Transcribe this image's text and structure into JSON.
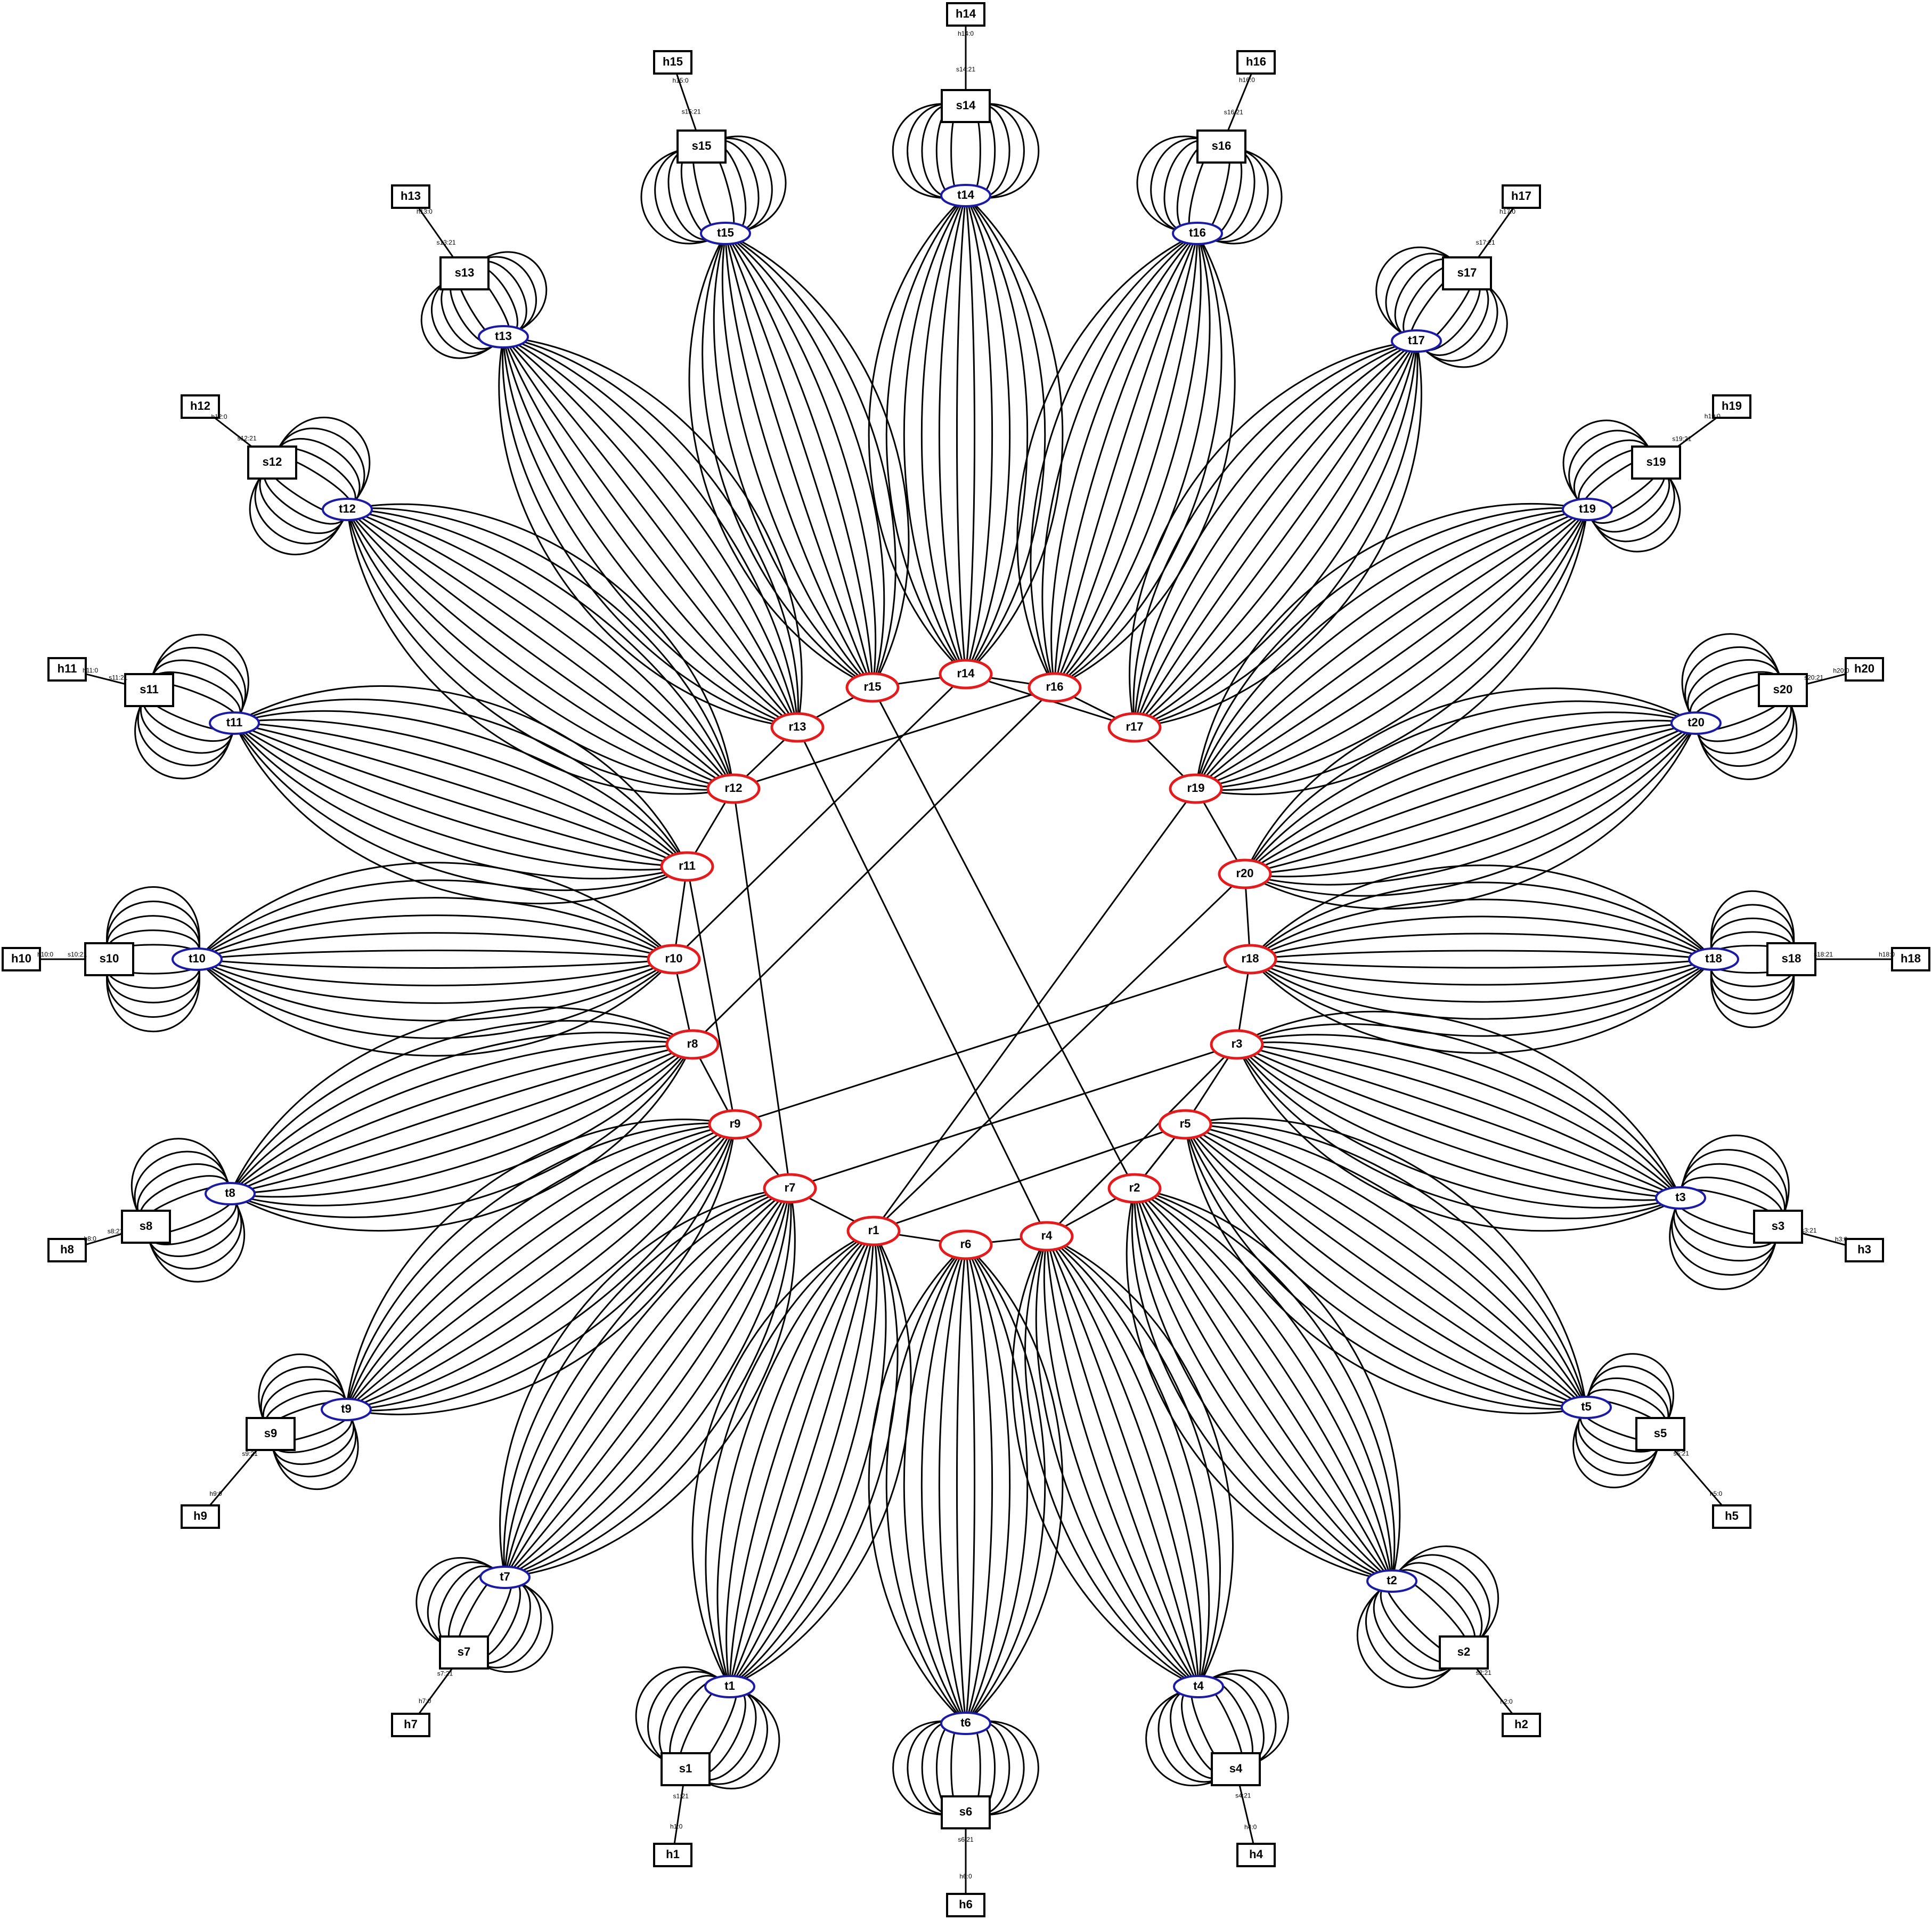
{
  "colors": {
    "background": "#ffffff",
    "edge": "#000000",
    "host_border": "#000000",
    "switch_border": "#000000",
    "leaf_border": "#1a1aa6",
    "router_border": "#e41a1c",
    "text": "#000000"
  },
  "shapes": {
    "host": "rectangle",
    "switch": "rectangle",
    "leaf": "ellipse",
    "router": "ellipse"
  },
  "counts": {
    "groups": 20,
    "links_per_leaf_router_bundle": 12,
    "loops_per_switch_leaf_pair": 10
  },
  "groups": [
    {
      "host": "h1",
      "switch": "s1",
      "leaf": "t1",
      "router": "r1",
      "host_port": "h1:0",
      "switch_port": "s1:21"
    },
    {
      "host": "h2",
      "switch": "s2",
      "leaf": "t2",
      "router": "r2",
      "host_port": "h2:0",
      "switch_port": "s2:21"
    },
    {
      "host": "h3",
      "switch": "s3",
      "leaf": "t3",
      "router": "r3",
      "host_port": "h3:0",
      "switch_port": "s3:21"
    },
    {
      "host": "h4",
      "switch": "s4",
      "leaf": "t4",
      "router": "r4",
      "host_port": "h4:0",
      "switch_port": "s4:21"
    },
    {
      "host": "h5",
      "switch": "s5",
      "leaf": "t5",
      "router": "r5",
      "host_port": "h5:0",
      "switch_port": "s5:21"
    },
    {
      "host": "h6",
      "switch": "s6",
      "leaf": "t6",
      "router": "r6",
      "host_port": "h6:0",
      "switch_port": "s6:21"
    },
    {
      "host": "h7",
      "switch": "s7",
      "leaf": "t7",
      "router": "r7",
      "host_port": "h7:0",
      "switch_port": "s7:21"
    },
    {
      "host": "h8",
      "switch": "s8",
      "leaf": "t8",
      "router": "r8",
      "host_port": "h8:0",
      "switch_port": "s8:21"
    },
    {
      "host": "h9",
      "switch": "s9",
      "leaf": "t9",
      "router": "r9",
      "host_port": "h9:0",
      "switch_port": "s9:21"
    },
    {
      "host": "h10",
      "switch": "s10",
      "leaf": "t10",
      "router": "r10",
      "host_port": "h10:0",
      "switch_port": "s10:21"
    },
    {
      "host": "h11",
      "switch": "s11",
      "leaf": "t11",
      "router": "r11",
      "host_port": "h11:0",
      "switch_port": "s11:21"
    },
    {
      "host": "h12",
      "switch": "s12",
      "leaf": "t12",
      "router": "r12",
      "host_port": "h12:0",
      "switch_port": "s12:21"
    },
    {
      "host": "h13",
      "switch": "s13",
      "leaf": "t13",
      "router": "r13",
      "host_port": "h13:0",
      "switch_port": "s13:21"
    },
    {
      "host": "h14",
      "switch": "s14",
      "leaf": "t14",
      "router": "r14",
      "host_port": "h14:0",
      "switch_port": "s14:21"
    },
    {
      "host": "h15",
      "switch": "s15",
      "leaf": "t15",
      "router": "r15",
      "host_port": "h15:0",
      "switch_port": "s15:21"
    },
    {
      "host": "h16",
      "switch": "s16",
      "leaf": "t16",
      "router": "r16",
      "host_port": "h16:0",
      "switch_port": "s16:21"
    },
    {
      "host": "h17",
      "switch": "s17",
      "leaf": "t17",
      "router": "r17",
      "host_port": "h17:0",
      "switch_port": "s17:21"
    },
    {
      "host": "h18",
      "switch": "s18",
      "leaf": "t18",
      "router": "r18",
      "host_port": "h18:0",
      "switch_port": "s18:21"
    },
    {
      "host": "h19",
      "switch": "s19",
      "leaf": "t19",
      "router": "r19",
      "host_port": "h19:0",
      "switch_port": "s19:21"
    },
    {
      "host": "h20",
      "switch": "s20",
      "leaf": "t20",
      "router": "r20",
      "host_port": "h20:0",
      "switch_port": "s20:21"
    }
  ],
  "ring_links": [
    {
      "from": "r12",
      "to": "r16"
    },
    {
      "from": "r10",
      "to": "r14"
    },
    {
      "from": "r8",
      "to": "r16"
    },
    {
      "from": "r12",
      "to": "r7"
    },
    {
      "from": "r11",
      "to": "r9"
    },
    {
      "from": "r13",
      "to": "r4"
    },
    {
      "from": "r15",
      "to": "r2"
    },
    {
      "from": "r9",
      "to": "r18"
    },
    {
      "from": "r7",
      "to": "r3"
    },
    {
      "from": "r1",
      "to": "r19"
    },
    {
      "from": "r1",
      "to": "r20"
    },
    {
      "from": "r1",
      "to": "r5"
    },
    {
      "from": "r4",
      "to": "r3"
    },
    {
      "from": "r2",
      "to": "r5"
    },
    {
      "from": "r17",
      "to": "r14"
    },
    {
      "from": "r17",
      "to": "r16"
    },
    {
      "from": "r19",
      "to": "r20"
    },
    {
      "from": "r20",
      "to": "r18"
    },
    {
      "from": "r18",
      "to": "r3"
    },
    {
      "from": "r3",
      "to": "r5"
    },
    {
      "from": "r5",
      "to": "r2"
    },
    {
      "from": "r2",
      "to": "r4"
    },
    {
      "from": "r4",
      "to": "r6"
    },
    {
      "from": "r6",
      "to": "r1"
    },
    {
      "from": "r1",
      "to": "r7"
    },
    {
      "from": "r7",
      "to": "r9"
    },
    {
      "from": "r9",
      "to": "r8"
    },
    {
      "from": "r8",
      "to": "r10"
    },
    {
      "from": "r10",
      "to": "r11"
    },
    {
      "from": "r11",
      "to": "r12"
    },
    {
      "from": "r12",
      "to": "r13"
    },
    {
      "from": "r13",
      "to": "r15"
    },
    {
      "from": "r15",
      "to": "r14"
    },
    {
      "from": "r14",
      "to": "r16"
    },
    {
      "from": "r16",
      "to": "r17"
    },
    {
      "from": "r17",
      "to": "r19"
    }
  ]
}
